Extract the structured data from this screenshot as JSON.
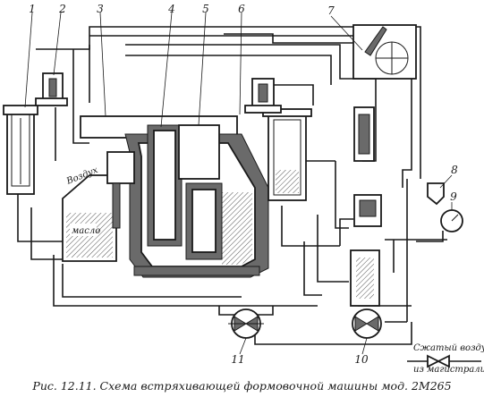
{
  "labels": {
    "n1": "1",
    "n2": "2",
    "n3": "3",
    "n4": "4",
    "n5": "5",
    "n6": "6",
    "n7": "7",
    "n8": "8",
    "n9": "9",
    "n10": "10",
    "n11": "11",
    "air": "Воздух",
    "oil": "масло",
    "supply_line1": "Сжатый воздух",
    "supply_line2": "из магистрали"
  },
  "caption": "Рис. 12.11. Схема встряхивающей формовочной машины мод. 2М265"
}
